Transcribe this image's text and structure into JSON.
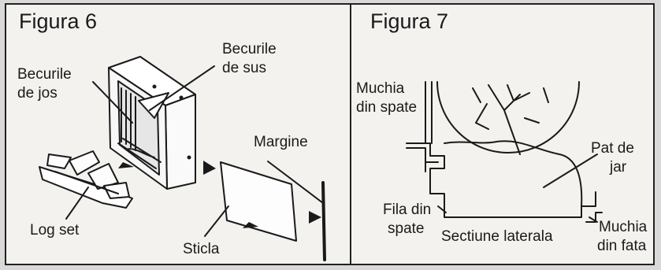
{
  "figure6": {
    "title": "Figura 6",
    "labels": {
      "top_bulbs_1": "Becurile",
      "top_bulbs_2": "de sus",
      "bottom_bulbs_1": "Becurile",
      "bottom_bulbs_2": "de jos",
      "edge": "Margine",
      "log_set": "Log set",
      "glass": "Sticla"
    }
  },
  "figure7": {
    "title": "Figura 7",
    "labels": {
      "back_edge_1": "Muchia",
      "back_edge_2": "din spate",
      "ember_bed_1": "Pat de",
      "ember_bed_2": "jar",
      "back_row_1": "Fila din",
      "back_row_2": "spate",
      "side_section": "Sectiune laterala",
      "front_edge_1": "Muchia",
      "front_edge_2": "din fata"
    }
  }
}
